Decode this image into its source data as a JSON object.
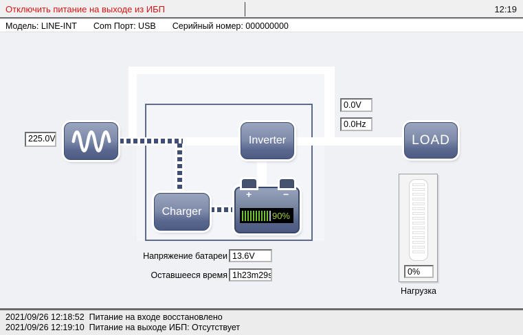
{
  "titlebar": {
    "command": "Отключить питание на выходе из ИБП",
    "time": "12:19"
  },
  "infobar": {
    "model": "Модель: LINE-INT",
    "com_port": "Com Порт: USB",
    "serial": "Серийный номер: 000000000"
  },
  "diagram": {
    "input_voltage": "225.0V",
    "output_voltage": "0.0V",
    "output_frequency": "0.0Hz",
    "inverter_label": "Inverter",
    "charger_label": "Charger",
    "load_label": "LOAD",
    "battery_plus": "+",
    "battery_minus": "−",
    "battery_percent": "90%",
    "battery_filled_bars": 10
  },
  "readings": {
    "battery_voltage_label": "Напряжение батареи",
    "battery_voltage": "13.6V",
    "remaining_time_label": "Оставшееся время",
    "remaining_time": "1h23m29s"
  },
  "load_meter": {
    "value": "0%",
    "label": "Нагрузка",
    "segment_count": 15
  },
  "log": {
    "entries": [
      {
        "timestamp": "2021/09/26 12:18:52",
        "message": "Питание на входе восстановлено"
      },
      {
        "timestamp": "2021/09/26 12:19:10",
        "message": "Питание на выходе ИБП: Отсутствует"
      }
    ]
  },
  "colors": {
    "alert_text": "#dd1111",
    "node_gradient_top": "#9aa5be",
    "node_gradient_bottom": "#4e5c84",
    "ups_box_border": "#5c6a8c",
    "pipe": "#ffffff",
    "dotted_line": "#3e4e76",
    "battery_bar_green": "#6fc32f",
    "battery_pct_green": "#a4cd3a",
    "display_bg": "#000000"
  }
}
